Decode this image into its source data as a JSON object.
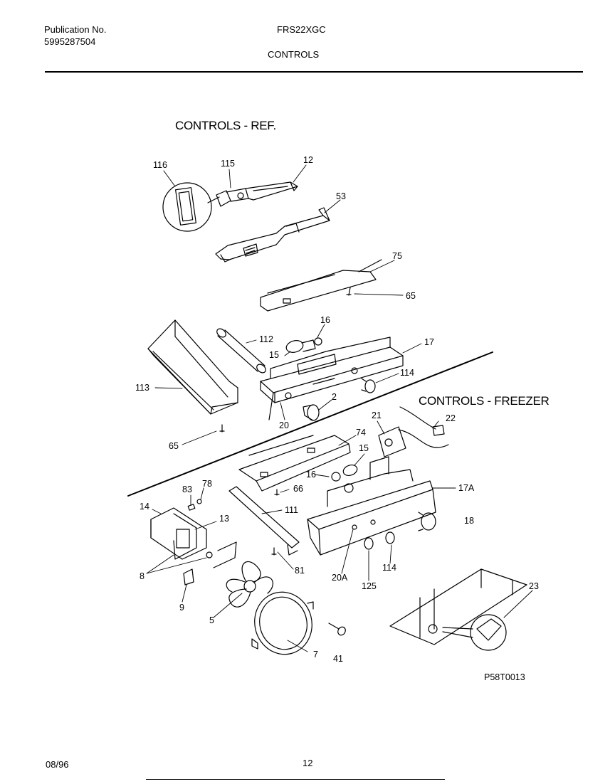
{
  "header": {
    "publication_label": "Publication No.",
    "publication_number": "5995287504",
    "model": "FRS22XGC",
    "section": "CONTROLS"
  },
  "sections": {
    "ref_title": "CONTROLS - REF.",
    "freezer_title": "CONTROLS - FREEZER"
  },
  "callouts": {
    "c116": "116",
    "c115": "115",
    "c12": "12",
    "c53": "53",
    "c75": "75",
    "c65a": "65",
    "c16a": "16",
    "c17": "17",
    "c112": "112",
    "c15a": "15",
    "c114a": "114",
    "c113": "113",
    "c2": "2",
    "c20": "20",
    "c65b": "65",
    "c21": "21",
    "c22": "22",
    "c74": "74",
    "c15b": "15",
    "c16b": "16",
    "c83": "83",
    "c78": "78",
    "c66": "66",
    "c17A": "17A",
    "c14": "14",
    "c13": "13",
    "c111": "111",
    "c18": "18",
    "c8": "8",
    "c81": "81",
    "c20A": "20A",
    "c114b": "114",
    "c125": "125",
    "c23": "23",
    "c9": "9",
    "c5": "5",
    "c7": "7",
    "c41": "41"
  },
  "drawing_code": "P58T0013",
  "footer": {
    "date": "08/96",
    "page": "12"
  }
}
